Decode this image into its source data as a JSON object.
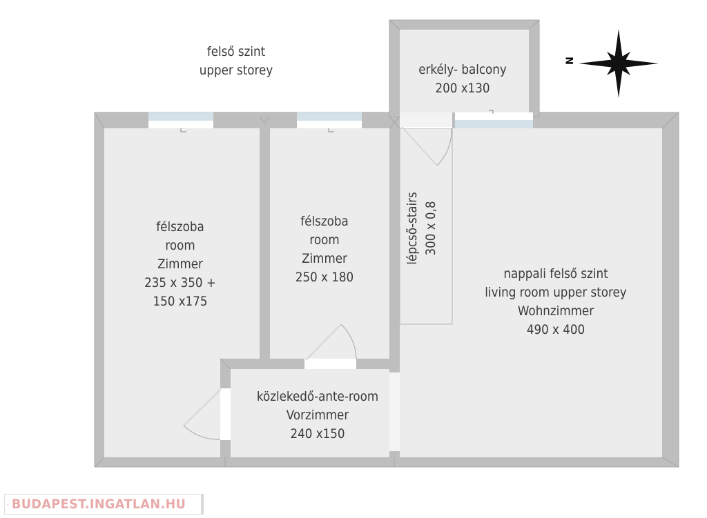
{
  "plan": {
    "storey": [
      "felső szint",
      "upper storey"
    ],
    "rooms": {
      "balcony": [
        "erkély- balcony",
        "200 x130"
      ],
      "room1": [
        "félszoba",
        "room",
        "Zimmer",
        "235 x 350 +",
        "150 x175"
      ],
      "room2": [
        "félszoba",
        "room",
        "Zimmer",
        "250 x 180"
      ],
      "stairs": [
        "lépcső-stairs",
        "300 x 0,8"
      ],
      "living": [
        "nappali felső szint",
        "living room upper storey",
        "Wohnzimmer",
        "490 x 400"
      ],
      "anteroom": [
        "közlekedő-ante-room",
        "Vorzimmer",
        "240 x150"
      ]
    },
    "compass": {
      "letter": "N",
      "icon": "compass-rose-icon"
    }
  },
  "colors": {
    "wall": "#bebebe",
    "wall_edge": "#a9a9a9",
    "floor": "#ececec",
    "window": "#d3e2e8",
    "text": "#3a3a3a",
    "logo": "#e8a9a9"
  },
  "watermark": {
    "text": "BUDAPEST.INGATLAN.HU",
    "icon": "house-icon"
  }
}
